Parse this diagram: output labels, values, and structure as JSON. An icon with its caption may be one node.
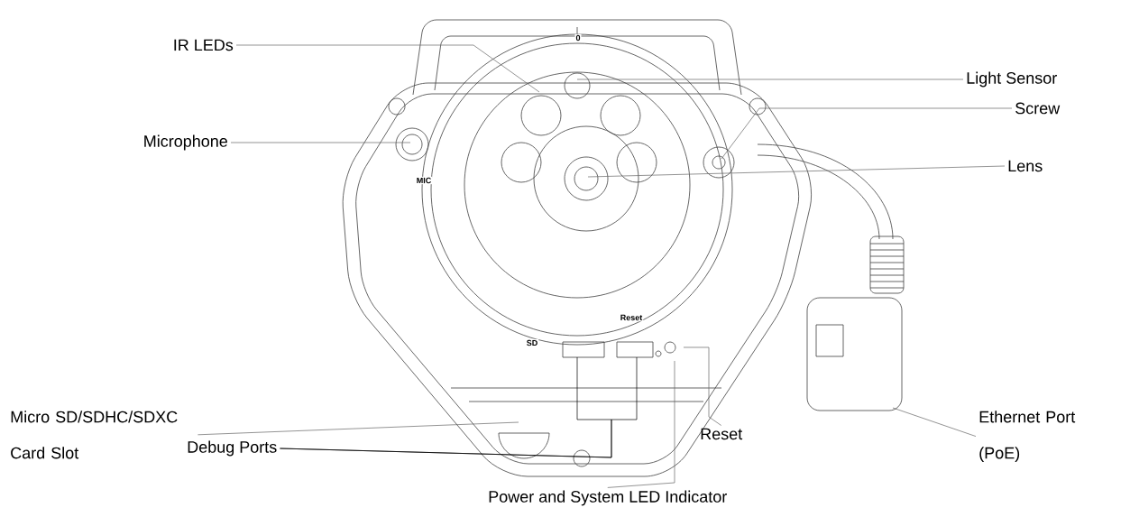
{
  "diagram": {
    "nodes": [
      {
        "text": [
          "IR LEDs"
        ]
      },
      {
        "text": [
          "Light Sensor"
        ]
      },
      {
        "text": [
          "Screw"
        ]
      },
      {
        "text": [
          "Microphone"
        ]
      },
      {
        "text": [
          "Lens"
        ]
      },
      {
        "text": [
          "Micro SD/SDHC/SDXC Card Slot"
        ]
      },
      {
        "text": [
          "Ethernet Port (PoE)"
        ]
      },
      {
        "text": [
          "Reset"
        ]
      },
      {
        "text": [
          "Debug Ports"
        ]
      },
      {
        "text": [
          "Power and System LED Indicator"
        ]
      }
    ],
    "edges": [
      {
        "from": 0,
        "to": null,
        "arrow": "none"
      },
      {
        "from": 1,
        "to": null,
        "arrow": "none"
      },
      {
        "from": 2,
        "to": null,
        "arrow": "none"
      },
      {
        "from": 3,
        "to": null,
        "arrow": "none"
      },
      {
        "from": 4,
        "to": null,
        "arrow": "none"
      },
      {
        "from": 5,
        "to": null,
        "arrow": "none"
      },
      {
        "from": 6,
        "to": null,
        "arrow": "none"
      },
      {
        "from": 7,
        "to": null,
        "arrow": "none"
      },
      {
        "from": 8,
        "to": null,
        "arrow": "none",
        "color": "#000000"
      },
      {
        "from": 8,
        "to": null,
        "arrow": "none",
        "color": "#000000"
      },
      {
        "from": 9,
        "to": null,
        "arrow": "none"
      }
    ],
    "labels": [
      "0",
      "MIC",
      "SD",
      "Reset"
    ]
  }
}
